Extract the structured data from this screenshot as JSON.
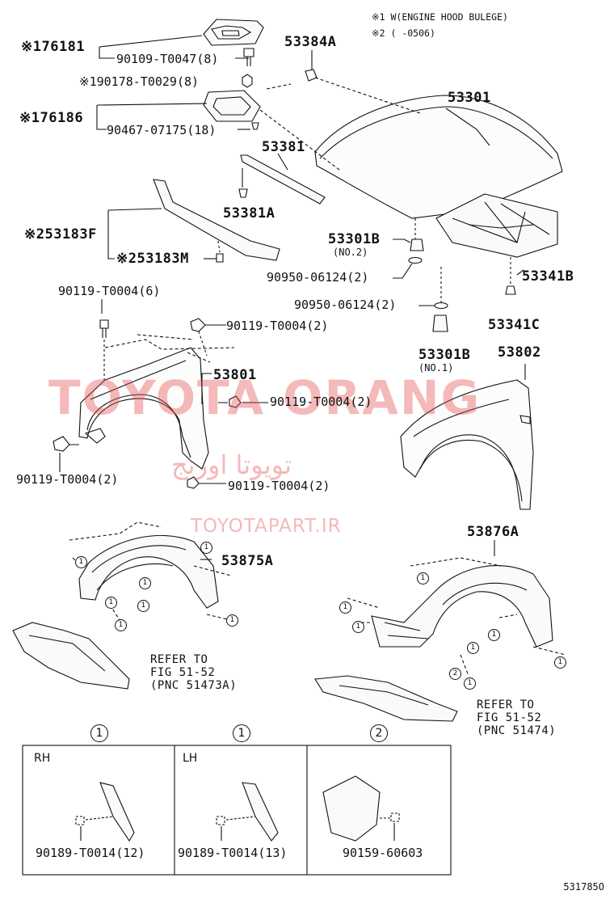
{
  "notes": {
    "line1": "※1 W(ENGINE HOOD BULEGE)",
    "line2": "※2 (     -0506)"
  },
  "labels": {
    "p176181": "※176181",
    "p90109": "90109-T0047(8)",
    "p190178": "※190178-T0029(8)",
    "p176186": "※176186",
    "p90467": "90467-07175(18)",
    "p53384A": "53384A",
    "p53301": "53301",
    "p53381": "53381",
    "p53381A": "53381A",
    "p53183F": "※253183F",
    "p53183M": "※253183M",
    "p53301B_2": "53301B",
    "p53301B_2_sub": "(NO.2)",
    "p90950a": "90950-06124(2)",
    "p90950b": "90950-06124(2)",
    "p53341B": "53341B",
    "p53341C": "53341C",
    "p53301B_1": "53301B",
    "p53301B_1_sub": "(NO.1)",
    "p53802": "53802",
    "p90119_6": "90119-T0004(6)",
    "p90119_2a": "90119-T0004(2)",
    "p53801": "53801",
    "p90119_2b": "90119-T0004(2)",
    "p90119_2c": "90119-T0004(2)",
    "p90119_2d": "90119-T0004(2)",
    "p53875A": "53875A",
    "p53876A": "53876A",
    "refer_left": "REFER TO\nFIG 51-52\n(PNC 51473A)",
    "refer_right": "REFER TO\nFIG 51-52\n(PNC 51474)"
  },
  "watermark": {
    "main": "TOYOTA ORANG",
    "arabic": "تويوتا اورنج",
    "site": "TOYOTAPART.IR"
  },
  "callouts": [
    "1",
    "1",
    "2"
  ],
  "panels": [
    {
      "side": "RH",
      "part": "90189-T0014(12)"
    },
    {
      "side": "LH",
      "part": "90189-T0014(13)"
    },
    {
      "side": "",
      "part": "90159-60603"
    }
  ],
  "footer_code": "531785O"
}
